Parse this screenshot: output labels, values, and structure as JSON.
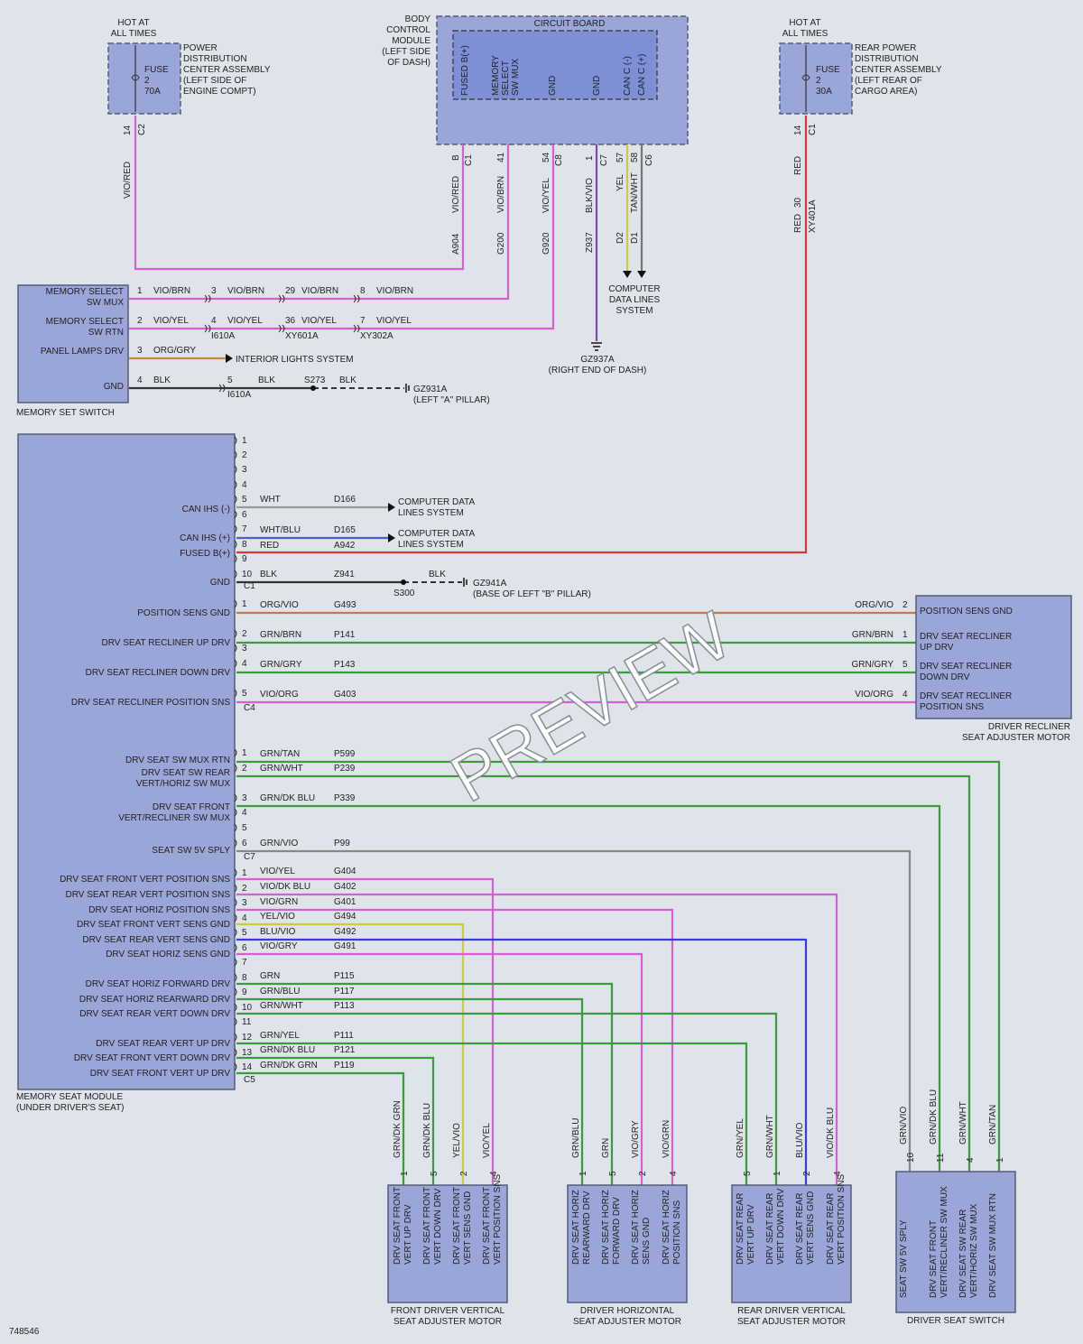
{
  "diagram_id": "748546",
  "watermark": "PREVIEW",
  "colors": {
    "pink": "#d65fd2",
    "red": "#d23a3a",
    "orange": "#c98a3a",
    "green": "#3f9a3f",
    "purple": "#7b4fa8",
    "yellow": "#c9cf3a",
    "blue": "#3c3cd0",
    "grey": "#888888",
    "black": "#333333",
    "orangered": "#d8704a"
  },
  "top": {
    "hot1": [
      "HOT AT",
      "ALL TIMES"
    ],
    "pdc": {
      "fuse": [
        "FUSE",
        "2",
        "70A"
      ],
      "label": [
        "POWER",
        "DISTRIBUTION",
        "CENTER ASSEMBLY",
        "(LEFT SIDE OF",
        "ENGINE COMPT)"
      ],
      "pin": "14",
      "conn": "C2",
      "wire": "VIO/RED"
    },
    "bcm": {
      "label": [
        "BODY",
        "CONTROL",
        "MODULE",
        "(LEFT SIDE",
        "OF DASH)"
      ],
      "board": "CIRCUIT BOARD",
      "pins": [
        "FUSED B(+)",
        "MEMORY SELECT SW MUX",
        "GND",
        "GND",
        "CAN C (-)",
        "CAN C (+)"
      ],
      "connpins": [
        "B",
        "41",
        "54",
        "1",
        "57",
        "58"
      ],
      "conns": [
        "C1",
        "C8",
        "C7",
        "C6"
      ],
      "wires": [
        "VIO/RED",
        "VIO/BRN",
        "VIO/YEL",
        "BLK/VIO",
        "YEL",
        "TAN/WHT"
      ],
      "circuits": [
        "A904",
        "G200",
        "G920",
        "Z937",
        "D2",
        "D1"
      ],
      "cdl": [
        "COMPUTER",
        "DATA LINES",
        "SYSTEM"
      ],
      "gnd": "GZ937A",
      "gnd_loc": "(RIGHT END OF DASH)"
    },
    "hot2": [
      "HOT AT",
      "ALL TIMES"
    ],
    "rpdc": {
      "fuse": [
        "FUSE",
        "2",
        "30A"
      ],
      "label": [
        "REAR POWER",
        "DISTRIBUTION",
        "CENTER ASSEMBLY",
        "(LEFT REAR OF",
        "CARGO AREA)"
      ],
      "pin": "14",
      "conn": "C1",
      "wire": "RED",
      "wire2": "RED",
      "pin2": "30",
      "conn2": "XY401A"
    }
  },
  "mss": {
    "title": "MEMORY SET SWITCH",
    "labels": [
      "MEMORY SELECT",
      "SW MUX",
      "MEMORY SELECT",
      "SW RTN",
      "PANEL LAMPS DRV",
      "GND"
    ],
    "row1": [
      "1",
      "VIO/BRN",
      "3",
      "VIO/BRN",
      "29",
      "VIO/BRN",
      "8",
      "VIO/BRN"
    ],
    "row2": [
      "2",
      "VIO/YEL",
      "4",
      "VIO/YEL",
      "36",
      "VIO/YEL",
      "7",
      "VIO/YEL"
    ],
    "conn2": [
      "I610A",
      "XY601A",
      "XY302A"
    ],
    "row3": [
      "3",
      "ORG/GRY",
      "INTERIOR LIGHTS SYSTEM"
    ],
    "row4": [
      "4",
      "BLK",
      "5",
      "BLK",
      "S273",
      "BLK",
      "I610A",
      "GZ931A",
      "(LEFT \"A\" PILLAR)"
    ]
  },
  "msm": {
    "title": [
      "MEMORY SEAT MODULE",
      "(UNDER DRIVER'S SEAT)"
    ],
    "c1": {
      "conn": "C1",
      "labels": [
        "CAN IHS (-)",
        "CAN IHS (+)",
        "FUSED B(+)",
        "GND"
      ],
      "rows": [
        [
          "5",
          "WHT",
          "D166"
        ],
        [
          "7",
          "WHT/BLU",
          "D165"
        ],
        [
          "8",
          "RED",
          "A942"
        ],
        [
          "10",
          "BLK",
          "Z941"
        ]
      ],
      "cdl": [
        "COMPUTER DATA",
        "LINES SYSTEM"
      ],
      "splice": "S300",
      "blk": "BLK",
      "gnd": "GZ941A",
      "gnd_loc": "(BASE OF LEFT \"B\" PILLAR)"
    },
    "c4": {
      "conn": "C4",
      "labels": [
        "POSITION SENS GND",
        "DRV SEAT RECLINER UP DRV",
        "DRV SEAT RECLINER DOWN DRV",
        "DRV SEAT RECLINER POSITION SNS"
      ],
      "rows": [
        [
          "1",
          "ORG/VIO",
          "G493",
          "ORG/VIO",
          "2"
        ],
        [
          "2",
          "GRN/BRN",
          "P141",
          "GRN/BRN",
          "1"
        ],
        [
          "4",
          "GRN/GRY",
          "P143",
          "GRN/GRY",
          "5"
        ],
        [
          "5",
          "VIO/ORG",
          "G403",
          "VIO/ORG",
          "4"
        ]
      ],
      "motor_labels": [
        "POSITION SENS GND",
        "DRV SEAT RECLINER",
        "UP DRV",
        "DRV SEAT RECLINER",
        "DOWN DRV",
        "DRV SEAT RECLINER",
        "POSITION SNS"
      ],
      "motor_title": [
        "DRIVER RECLINER",
        "SEAT ADJUSTER MOTOR"
      ]
    },
    "c7": {
      "conn": "C7",
      "labels": [
        "DRV SEAT SW MUX RTN",
        "DRV SEAT SW REAR",
        "VERT/HORIZ SW MUX",
        "DRV SEAT FRONT",
        "VERT/RECLINER SW MUX",
        "SEAT SW 5V SPLY"
      ],
      "rows": [
        [
          "1",
          "GRN/TAN",
          "P599"
        ],
        [
          "2",
          "GRN/WHT",
          "P239"
        ],
        [
          "3",
          "GRN/DK BLU",
          "P339"
        ],
        [
          "6",
          "GRN/VIO",
          "P99"
        ]
      ]
    },
    "c5": {
      "conn": "C5",
      "labels": [
        "DRV SEAT FRONT VERT POSITION SNS",
        "DRV SEAT REAR VERT POSITION SNS",
        "DRV SEAT HORIZ POSITION SNS",
        "DRV SEAT FRONT VERT SENS GND",
        "DRV SEAT REAR VERT SENS GND",
        "DRV SEAT HORIZ SENS GND",
        "DRV SEAT HORIZ FORWARD DRV",
        "DRV SEAT HORIZ REARWARD DRV",
        "DRV SEAT REAR VERT DOWN DRV",
        "DRV SEAT REAR VERT UP DRV",
        "DRV SEAT FRONT VERT DOWN DRV",
        "DRV SEAT FRONT VERT UP DRV"
      ],
      "rows": [
        [
          "1",
          "VIO/YEL",
          "G404"
        ],
        [
          "2",
          "VIO/DK BLU",
          "G402"
        ],
        [
          "3",
          "VIO/GRN",
          "G401"
        ],
        [
          "4",
          "YEL/VIO",
          "G494"
        ],
        [
          "5",
          "BLU/VIO",
          "G492"
        ],
        [
          "6",
          "VIO/GRY",
          "G491"
        ],
        [
          "8",
          "GRN",
          "P115"
        ],
        [
          "9",
          "GRN/BLU",
          "P117"
        ],
        [
          "10",
          "GRN/WHT",
          "P113"
        ],
        [
          "12",
          "GRN/YEL",
          "P111"
        ],
        [
          "13",
          "GRN/DK BLU",
          "P121"
        ],
        [
          "14",
          "GRN/DK GRN",
          "P119"
        ]
      ]
    }
  },
  "motors": [
    {
      "title": [
        "FRONT DRIVER VERTICAL",
        "SEAT ADJUSTER MOTOR"
      ],
      "wires": [
        "GRN/DK GRN",
        "GRN/DK BLU",
        "YEL/VIO",
        "VIO/YEL"
      ],
      "pins": [
        "1",
        "5",
        "2",
        "4"
      ],
      "labels": [
        "DRV SEAT FRONT|VERT UP DRV",
        "DRV SEAT FRONT|VERT DOWN DRV",
        "DRV SEAT FRONT|VERT SENS GND",
        "DRV SEAT FRONT|VERT POSITION SNS"
      ]
    },
    {
      "title": [
        "DRIVER HORIZONTAL",
        "SEAT ADJUSTER MOTOR"
      ],
      "wires": [
        "GRN/BLU",
        "GRN",
        "VIO/GRY",
        "VIO/GRN"
      ],
      "pins": [
        "1",
        "5",
        "2",
        "4"
      ],
      "labels": [
        "DRV SEAT HORIZ|REARWARD DRV",
        "DRV SEAT HORIZ|FORWARD DRV",
        "DRV SEAT HORIZ|SENS GND",
        "DRV SEAT HORIZ|POSITION SNS"
      ]
    },
    {
      "title": [
        "REAR DRIVER VERTICAL",
        "SEAT ADJUSTER MOTOR"
      ],
      "wires": [
        "GRN/YEL",
        "GRN/WHT",
        "BLU/VIO",
        "VIO/DK BLU"
      ],
      "pins": [
        "5",
        "1",
        "2",
        "4"
      ],
      "labels": [
        "DRV SEAT REAR|VERT UP DRV",
        "DRV SEAT REAR|VERT DOWN DRV",
        "DRV SEAT REAR|VERT SENS GND",
        "DRV SEAT REAR|VERT POSITION SNS"
      ]
    },
    {
      "title": [
        "DRIVER SEAT SWITCH"
      ],
      "wires": [
        "GRN/VIO",
        "GRN/DK BLU",
        "GRN/WHT",
        "GRN/TAN"
      ],
      "pins": [
        "10",
        "11",
        "4",
        "1"
      ],
      "labels": [
        "SEAT SW 5V SPLY",
        "DRV SEAT FRONT|VERT/RECLINER SW MUX",
        "DRV SEAT SW REAR|VERT/HORIZ SW MUX",
        "DRV SEAT SW MUX RTN"
      ]
    }
  ]
}
